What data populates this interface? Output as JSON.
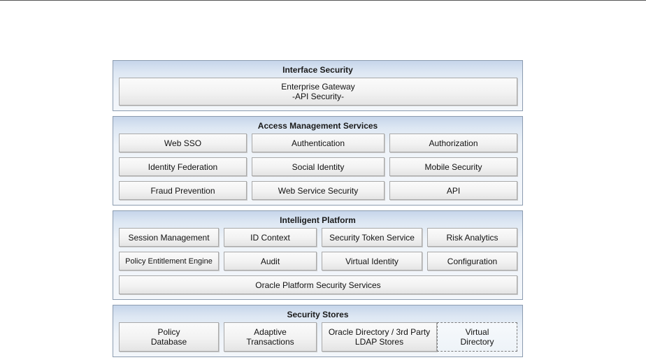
{
  "layers": {
    "interface": {
      "title": "Interface Security",
      "gateway": "Enterprise Gateway\n-API Security-"
    },
    "access": {
      "title": "Access Management Services",
      "items": [
        "Web SSO",
        "Authentication",
        "Authorization",
        "Identity Federation",
        "Social Identity",
        "Mobile Security",
        "Fraud Prevention",
        "Web Service Security",
        "API"
      ]
    },
    "platform": {
      "title": "Intelligent Platform",
      "items": [
        "Session Management",
        "ID Context",
        "Security Token Service",
        "Risk Analytics",
        "Policy Entitlement Engine",
        "Audit",
        "Virtual Identity",
        "Configuration"
      ],
      "footer": "Oracle Platform Security Services"
    },
    "stores": {
      "title": "Security Stores",
      "items": [
        "Policy\nDatabase",
        "Adaptive\nTransactions",
        "Oracle Directory / 3rd Party\nLDAP Stores",
        "Virtual\nDirectory"
      ]
    }
  }
}
